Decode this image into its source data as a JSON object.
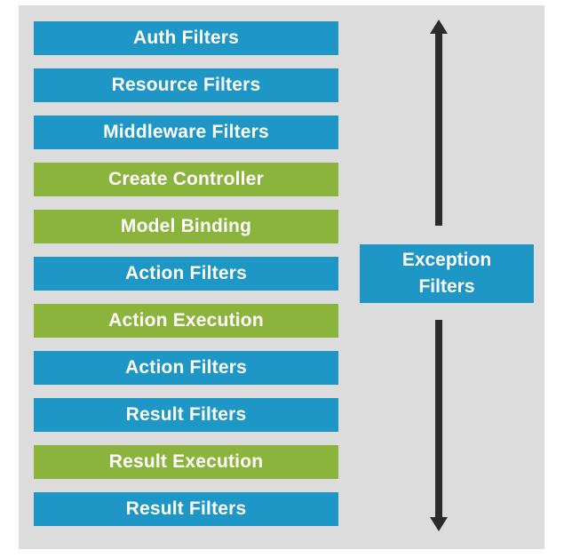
{
  "pipeline": {
    "stages": [
      {
        "label": "Auth Filters",
        "color": "#1e97c6"
      },
      {
        "label": "Resource Filters",
        "color": "#1e97c6"
      },
      {
        "label": "Middleware Filters",
        "color": "#1e97c6"
      },
      {
        "label": "Create Controller",
        "color": "#8bb43d"
      },
      {
        "label": "Model Binding",
        "color": "#8bb43d"
      },
      {
        "label": "Action Filters",
        "color": "#1e97c6"
      },
      {
        "label": "Action Execution",
        "color": "#8bb43d"
      },
      {
        "label": "Action Filters",
        "color": "#1e97c6"
      },
      {
        "label": "Result Filters",
        "color": "#1e97c6"
      },
      {
        "label": "Result Execution",
        "color": "#8bb43d"
      },
      {
        "label": "Result Filters",
        "color": "#1e97c6"
      }
    ]
  },
  "exception": {
    "line1": "Exception",
    "line2": "Filters"
  },
  "colors": {
    "filter": "#1e97c6",
    "mvc_step": "#8bb43d",
    "background": "#dcdcdc",
    "arrow": "#2b2b2b"
  },
  "icons": {
    "scope_arrow": "double-headed-vertical-arrow"
  }
}
